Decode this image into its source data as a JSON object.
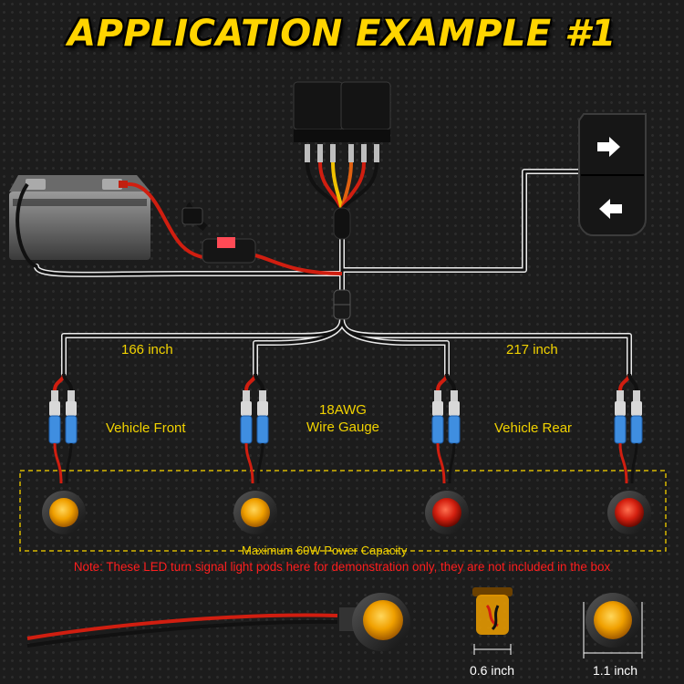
{
  "title": "APPLICATION EXAMPLE #1",
  "lengths": {
    "front": "166 inch",
    "rear": "217 inch"
  },
  "wire_gauge": {
    "line1": "18AWG",
    "line2": "Wire Gauge"
  },
  "sections": {
    "front": "Vehicle Front",
    "rear": "Vehicle Rear"
  },
  "capacity": "Maximum 60W Power Capacity",
  "note": "Note: These LED turn signal light pods here for demonstration only, they are not included in the box",
  "dimensions": {
    "height": "0.6 inch",
    "diameter": "1.1 inch"
  },
  "pods": [
    {
      "color": "amber"
    },
    {
      "color": "amber"
    },
    {
      "color": "red"
    },
    {
      "color": "red"
    }
  ],
  "colors": {
    "title": "#ffd400",
    "label": "#f2d300",
    "note": "#ff1e1e",
    "amber": "#f0a000",
    "red": "#d42010",
    "wire": "#111111"
  },
  "icons": [
    "battery-icon",
    "fuse-holder-icon",
    "relay-icon",
    "rocker-switch-icon",
    "arrow-right-icon",
    "arrow-left-icon",
    "connector-icon",
    "led-pod-icon"
  ]
}
